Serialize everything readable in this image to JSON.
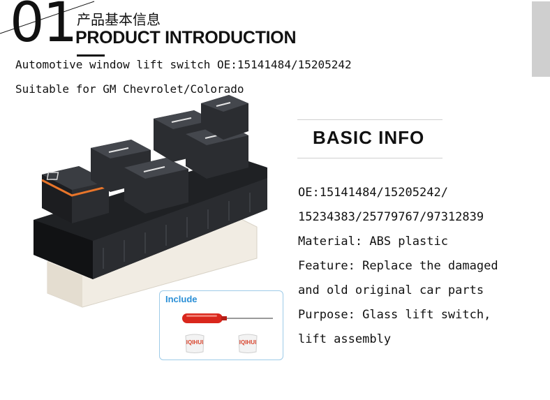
{
  "header": {
    "number": "01",
    "subtitle_cn": "产品基本信息",
    "title": "PRODUCT INTRODUCTION"
  },
  "intro": {
    "line1": "Automotive window lift switch OE:15141484/15205242",
    "line2": "Suitable for GM Chevrolet/Colorado"
  },
  "basic_info": {
    "title": "BASIC INFO",
    "lines": [
      "OE:15141484/15205242/",
      "15234383/25779767/97312839",
      "Material: ABS plastic",
      "Feature: Replace the damaged",
      "and old original car parts",
      "Purpose: Glass lift switch,",
      "lift assembly"
    ]
  },
  "include": {
    "label": "Include",
    "pack_brand": "IQIHUI"
  },
  "colors": {
    "accent_orange": "#e8752a",
    "include_blue": "#2a8fd6",
    "screwdriver_red": "#d9261c"
  }
}
